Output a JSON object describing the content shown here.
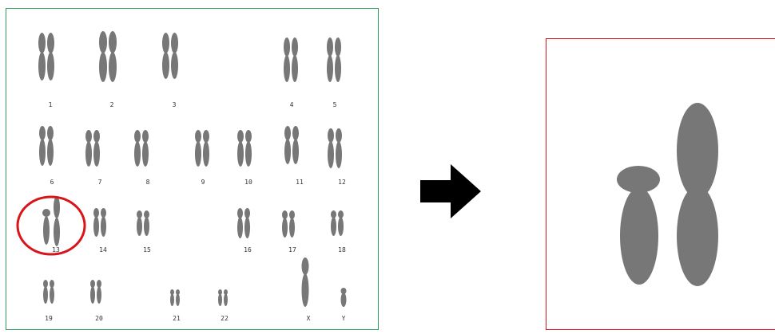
{
  "karyotype": {
    "chromosome_labels": [
      "1",
      "2",
      "3",
      "4",
      "5",
      "6",
      "7",
      "8",
      "9",
      "10",
      "11",
      "12",
      "13",
      "14",
      "15",
      "16",
      "17",
      "18",
      "19",
      "20",
      "21",
      "22",
      "X",
      "Y"
    ],
    "highlighted_label": "13",
    "chromosome_color": "#777777",
    "highlight_color": "#d9141a"
  },
  "panels": {
    "left_border_color": "#2e9e5a",
    "right_border_color": "#d9141a"
  },
  "arrow": {
    "color": "#000000",
    "direction": "right"
  }
}
